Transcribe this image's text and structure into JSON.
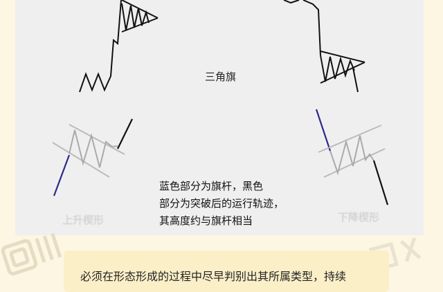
{
  "diagram": {
    "title": "三角旗",
    "note_lines": [
      "蓝色部分为旗杆，黑色",
      "部分为突破后的运行轨迹，",
      "其高度约与旗杆相当"
    ],
    "label_rising_wedge": "上升楔形",
    "label_falling_wedge": "下降楔形",
    "colors": {
      "flagpole": "#2a2a8a",
      "breakout": "#111111",
      "channel": "#bbbbbb",
      "price": "#999999"
    }
  },
  "footer": {
    "text": "必须在形态形成的过程中尽早判别出其所属类型，持续"
  }
}
